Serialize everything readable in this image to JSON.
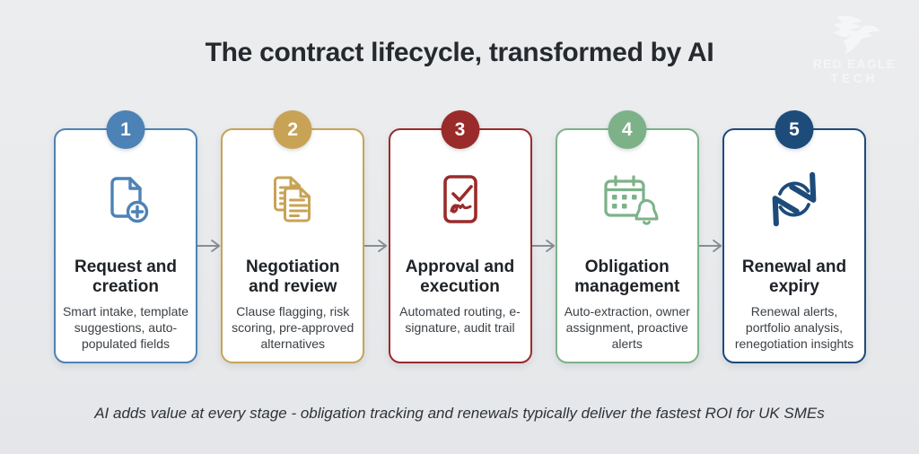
{
  "page": {
    "title": "The contract lifecycle, transformed by AI",
    "footnote": "AI adds value at every stage - obligation tracking and renewals typically deliver the fastest ROI for UK SMEs",
    "background_color": "#e9ebee",
    "arrow_color": "#878e95"
  },
  "logo": {
    "line1": "RED EAGLE",
    "line2": "TECH",
    "color": "#f4f6f7",
    "icon": "eagle-icon"
  },
  "stages": [
    {
      "number": "1",
      "title": "Request and creation",
      "description": "Smart intake, template suggestions, auto-populated fields",
      "color": "#4d82b6",
      "icon": "document-add-icon"
    },
    {
      "number": "2",
      "title": "Negotiation and review",
      "description": "Clause flagging, risk scoring, pre-approved alternatives",
      "color": "#c8a355",
      "icon": "documents-stack-icon"
    },
    {
      "number": "3",
      "title": "Approval and execution",
      "description": "Automated routing, e-signature, audit trail",
      "color": "#9a2b2b",
      "icon": "signature-check-icon"
    },
    {
      "number": "4",
      "title": "Obligation management",
      "description": "Auto-extraction, owner assignment, proactive alerts",
      "color": "#7db289",
      "icon": "calendar-bell-icon"
    },
    {
      "number": "5",
      "title": "Renewal and expiry",
      "description": "Renewal alerts, portfolio analysis, renegotiation insights",
      "color": "#1d4b7a",
      "icon": "renewal-cycle-icon"
    }
  ]
}
